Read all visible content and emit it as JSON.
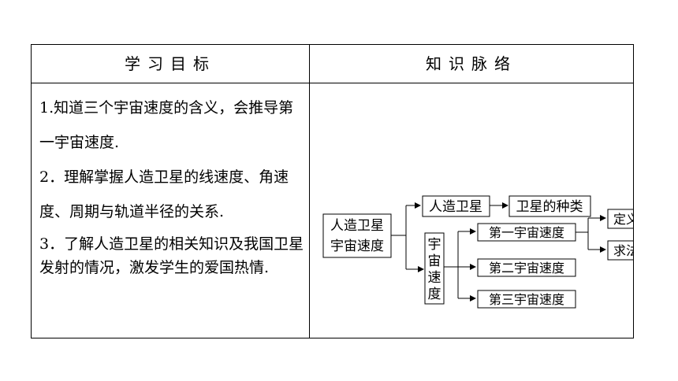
{
  "table": {
    "header_left": "学习目标",
    "header_right": "知识脉络"
  },
  "goals": [
    "1.知道三个宇宙速度的含义，会推导第一宇宙速度.",
    "2．理解掌握人造卫星的线速度、角速度、周期与轨道半径的关系.",
    "3．了解人造卫星的相关知识及我国卫星发射的情况，激发学生的爱国热情."
  ],
  "diagram": {
    "root_line1": "人造卫星",
    "root_line2": "宇宙速度",
    "branch_satellite": "人造卫星",
    "satellite_types": "卫星的种类",
    "branch_speed": [
      "宇",
      "宙",
      "速",
      "度"
    ],
    "speed_first": "第一宇宙速度",
    "speed_second": "第二宇宙速度",
    "speed_third": "第三宇宙速度",
    "definition": "定义",
    "derivation": "求法"
  }
}
